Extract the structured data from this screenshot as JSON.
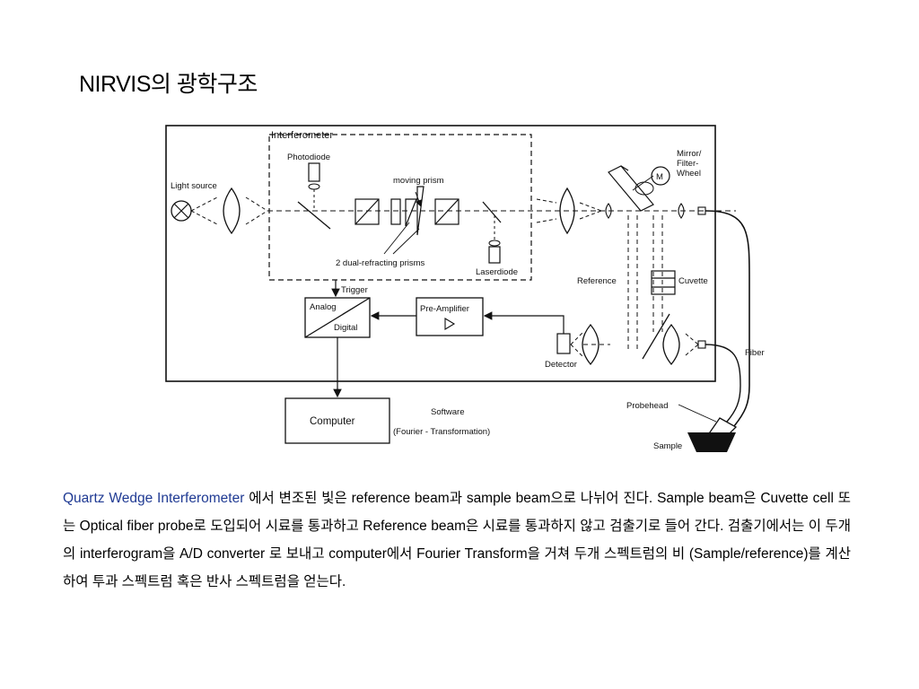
{
  "slide": {
    "title": "NIRVIS의  광학구조",
    "caption": {
      "highlight": "Quartz Wedge Interferometer",
      "body": " 에서 변조된 빛은 reference beam과 sample beam으로 나뉘어 진다. Sample beam은 Cuvette cell 또는 Optical  fiber probe로 도입되어 시료를 통과하고 Reference beam은 시료를 통과하지 않고 검출기로 들어 간다. 검출기에서는 이 두개의 interferogram을 A/D converter 로 보내고 computer에서 Fourier Transform을 거쳐 두개 스펙트럼의 비 (Sample/reference)를 계산하여 투과 스펙트럼 혹은 반사 스펙트럼을 얻는다."
    }
  },
  "diagram": {
    "labels": {
      "interferometer": "Interferometer",
      "photodiode": "Photodiode",
      "moving_prism": "moving prism",
      "light_source": "Light source",
      "dual_prisms": "2 dual-refracting prisms",
      "laserdiode": "Laserdiode",
      "mirror_line1": "Mirror/",
      "mirror_line2": "Filter-",
      "mirror_line3": "Wheel",
      "motor": "M",
      "trigger": "Trigger",
      "analog": "Analog",
      "digital": "Digital",
      "preamp": "Pre-Amplifier",
      "reference": "Reference",
      "cuvette": "Cuvette",
      "detector": "Detector",
      "fiber": "Fiber",
      "computer": "Computer",
      "software": "Software",
      "fourier": "(Fourier - Transformation)",
      "probehead": "Probehead",
      "sample": "Sample"
    }
  }
}
